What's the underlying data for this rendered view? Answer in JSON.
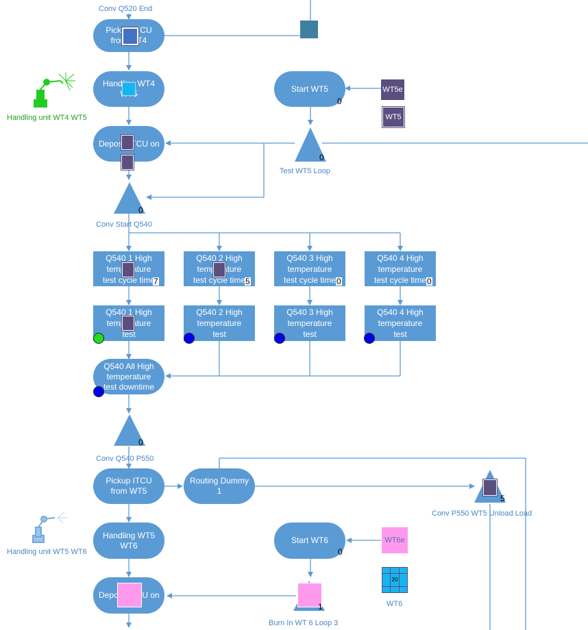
{
  "nodes": {
    "conv_q520_end": "Conv Q520 End",
    "pickup_itcu_wt4": "Pickup ITCU\nfrom WT4",
    "handling_wt4_wt5": "Handling WT4\nWT5",
    "handling_unit_wt4_wt5": "Handling unit WT4 WT5",
    "deposit_itcu_1": "Deposit ITCU on",
    "start_wt5": "Start WT5",
    "start_wt5_count": "0",
    "wt5e": "WT5e",
    "wt5": "WT5",
    "test_wt5_loop": "Test WT5 Loop",
    "test_wt5_loop_count": "0",
    "conv_start_q540": "Conv Start Q540",
    "conv_start_q540_count": "0",
    "cycle_tests": [
      {
        "label": "Q540 1 High\ntemperature\ntest cycle time",
        "count": "7"
      },
      {
        "label": "Q540 2 High\ntemperature\ntest cycle time",
        "count": "5"
      },
      {
        "label": "Q540 3 High\ntemperature\ntest cycle time",
        "count": "0"
      },
      {
        "label": "Q540 4 High\ntemperature\ntest cycle time",
        "count": "0"
      }
    ],
    "temp_tests": [
      {
        "label": "Q540 1 High\ntemperature\ntest",
        "status": "green"
      },
      {
        "label": "Q540 2 High\ntemperature\ntest",
        "status": "blue"
      },
      {
        "label": "Q540 3 High\ntemperature\ntest",
        "status": "blue"
      },
      {
        "label": "Q540 4 High\ntemperature\ntest",
        "status": "blue"
      }
    ],
    "q540_all_downtime": "Q540 All High\ntemperature\ntest downtime",
    "conv_q540_p550": "Conv Q540 P550",
    "conv_q540_p550_count": "0",
    "pickup_itcu_wt5": "Pickup ITCU\nfrom WT5",
    "routing_dummy": "Routing Dummy\n1",
    "conv_p550_wt5_unload": "Conv P550 WT5 Unload Load",
    "conv_p550_wt5_unload_count": "5",
    "handling_wt5_wt6": "Handling WT5\nWT6",
    "handling_unit_wt5_wt6": "Handling unit WT5 WT6",
    "start_wt6": "Start WT6",
    "start_wt6_count": "0",
    "wt6e": "WT6e",
    "wt6": "WT6",
    "wt6_grid_count": "20",
    "deposit_itcu_2": "Deposit ITCU on",
    "burn_in_wt6_loop3": "Burn In WT 6 Loop 3",
    "burn_in_count": "1"
  },
  "colors": {
    "node": "#5b9bd5",
    "line": "#5b9bd5",
    "label": "#4a86c5",
    "wt_box": "#5a4f7f",
    "pink": "#ff99ee",
    "status_green": "#22dd22",
    "status_blue": "#0000ee",
    "teal_square": "#3f7fa0",
    "robot_green": "#22cc22"
  }
}
